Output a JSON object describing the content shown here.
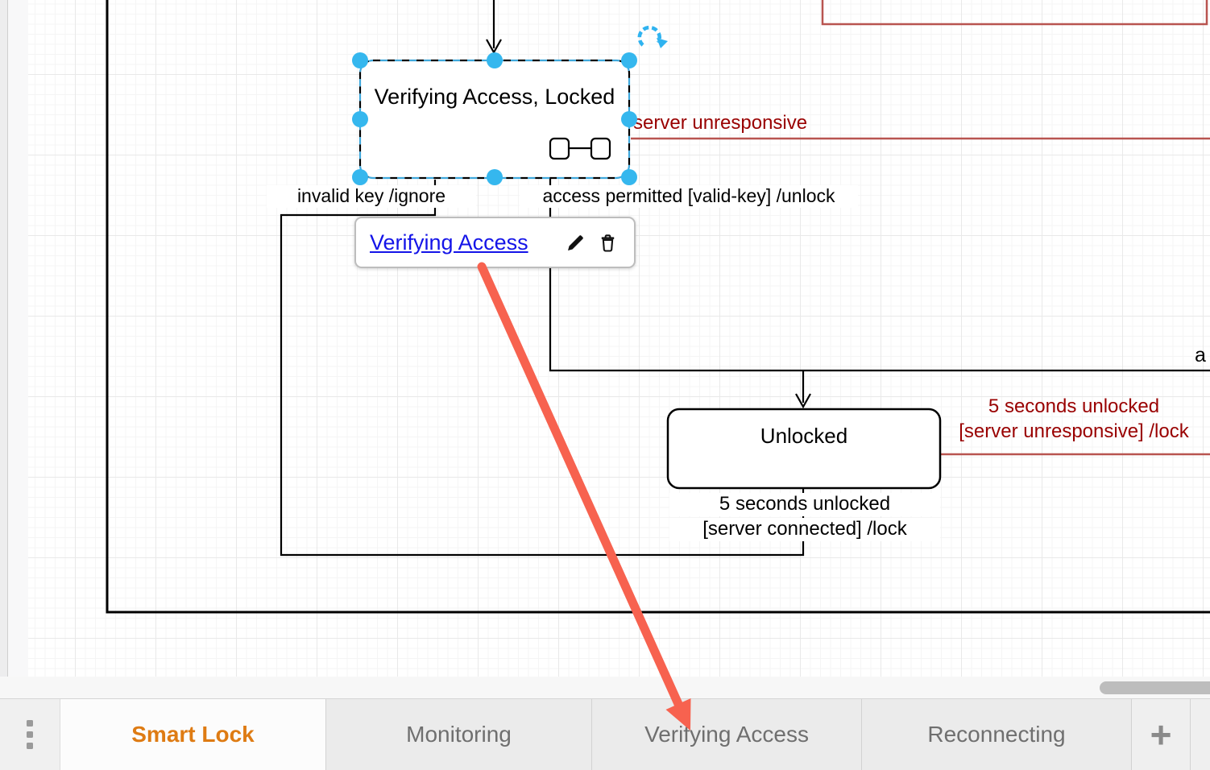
{
  "canvas": {
    "states": {
      "composite_state_label": "Verifying Access, Locked",
      "unlocked_label": "Unlocked"
    },
    "edge_labels": {
      "server_unresponsive": "server unresponsive",
      "invalid_key": "invalid key /ignore",
      "access_permitted": "access permitted [valid-key] /unlock",
      "timeout_unresponsive_l1": "5 seconds unlocked",
      "timeout_unresponsive_l2": "[server unresponsive] /lock",
      "timeout_connected_l1": "5 seconds unlocked",
      "timeout_connected_l2": "[server connected] /lock",
      "clipped_label": "a"
    },
    "link_popup": {
      "link_text": "Verifying Access"
    },
    "colors": {
      "selection_handle_blue": "#35b7ee",
      "selection_dash_blue": "#3fa8dc",
      "annotation_arrow_red": "#f7624f",
      "edge_red": "#b85450",
      "text_dark_red": "#990000",
      "link_blue": "#1414e8",
      "active_tab_orange": "#de7b13"
    }
  },
  "footer": {
    "tabs": [
      {
        "label": "Smart Lock",
        "active": true
      },
      {
        "label": "Monitoring",
        "active": false
      },
      {
        "label": "Verifying Access",
        "active": false
      },
      {
        "label": "Reconnecting",
        "active": false
      }
    ],
    "add_page_label": "+"
  }
}
